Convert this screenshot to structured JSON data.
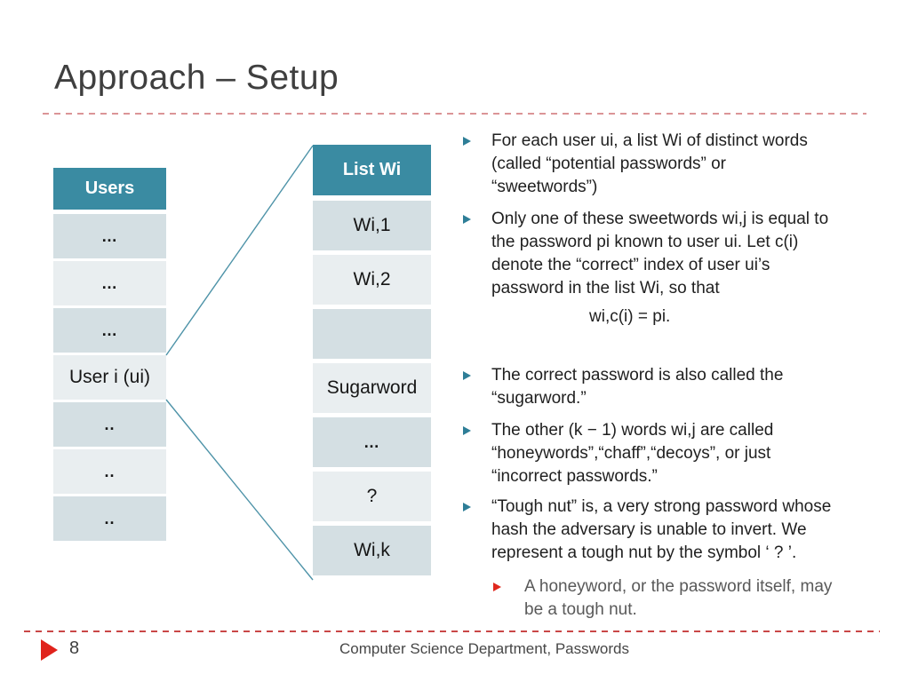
{
  "slide": {
    "title": "Approach – Setup",
    "footer": {
      "page_number": "8",
      "text": "Computer Science Department, Passwords"
    }
  },
  "users_table": {
    "header": "Users",
    "rows": [
      {
        "label": "…"
      },
      {
        "label": "…"
      },
      {
        "label": "…"
      },
      {
        "label": "User i (ui)"
      },
      {
        "label": ".."
      },
      {
        "label": ".."
      },
      {
        "label": ".."
      }
    ]
  },
  "list_table": {
    "header": "List Wi",
    "rows": [
      {
        "label": "Wi,1"
      },
      {
        "label": "Wi,2"
      },
      {
        "label": ""
      },
      {
        "label": "Sugarword"
      },
      {
        "label": "…"
      },
      {
        "label": "?"
      },
      {
        "label": "Wi,k"
      }
    ]
  },
  "bullets": {
    "items": [
      {
        "text": "For each user ui, a list Wi of distinct words\n(called “potential passwords” or\n“sweetwords”)"
      },
      {
        "text": "Only one of these sweetwords wi,j is equal to\nthe password pi known to user ui. Let c(i)\ndenote the “correct” index  of user ui’s\npassword in the list Wi, so that"
      },
      {
        "text": "The correct password is also called the\n“sugarword.”"
      },
      {
        "text": " The other (k − 1) words wi,j are called\n“honeywords”,“chaff”,“decoys”, or just\n“incorrect passwords.”"
      },
      {
        "text": "“Tough nut” is, a very strong password whose\nhash the adversary is unable to invert. We\nrepresent a tough nut by the symbol ‘ ? ’."
      }
    ],
    "formula": "wi,c(i) = pi.",
    "sub_item": {
      "text": " A honeyword, or the password itself, may\nbe a tough nut."
    }
  },
  "colors": {
    "table_header_teal": "#3a8ba2",
    "row_dark": "#d4dfe3",
    "row_light": "#e9eef0",
    "connector_teal": "#4e93a8",
    "bullet_teal": "#2e7e97",
    "sub_bullet_red": "#e0281e",
    "title_rule_pink": "#db9497",
    "footer_rule_red": "#c94747",
    "title_gray": "#3f3f3f"
  }
}
